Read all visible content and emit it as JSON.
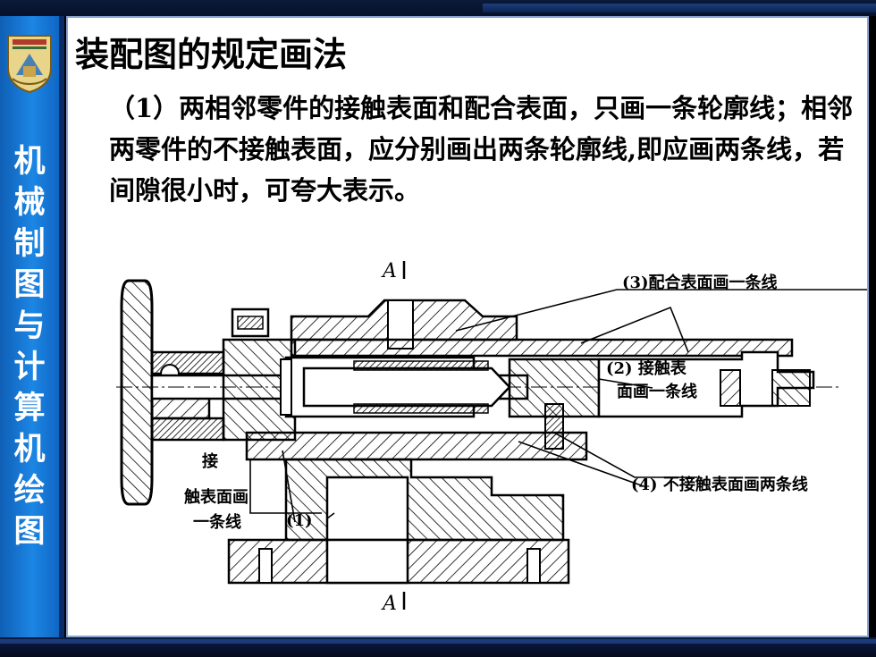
{
  "sidebar": {
    "vertical_title": [
      "机",
      "械",
      "制",
      "图",
      "与",
      "计",
      "算",
      "机",
      "绘",
      "图"
    ]
  },
  "slide": {
    "title": "装配图的规定画法",
    "paragraph": "（1）两相邻零件的接触表面和配合表面，只画一条轮廓线；相邻两零件的不接触表面，应分别画出两条轮廓线,即应画两条线，若间隙很小时，可夸大表示。"
  },
  "figure": {
    "labels": {
      "section_top": "A",
      "section_bottom": "A",
      "note3": "(3)配合表面画一条线",
      "note2_line1": "(2) 接触表",
      "note2_line2": "面画一条线",
      "note4": "(4) 不接触表面画两条线",
      "note1_line1": "接",
      "note1_line2": "触表面画",
      "note1_line3": "一条线",
      "note1_num": "(1)"
    }
  }
}
